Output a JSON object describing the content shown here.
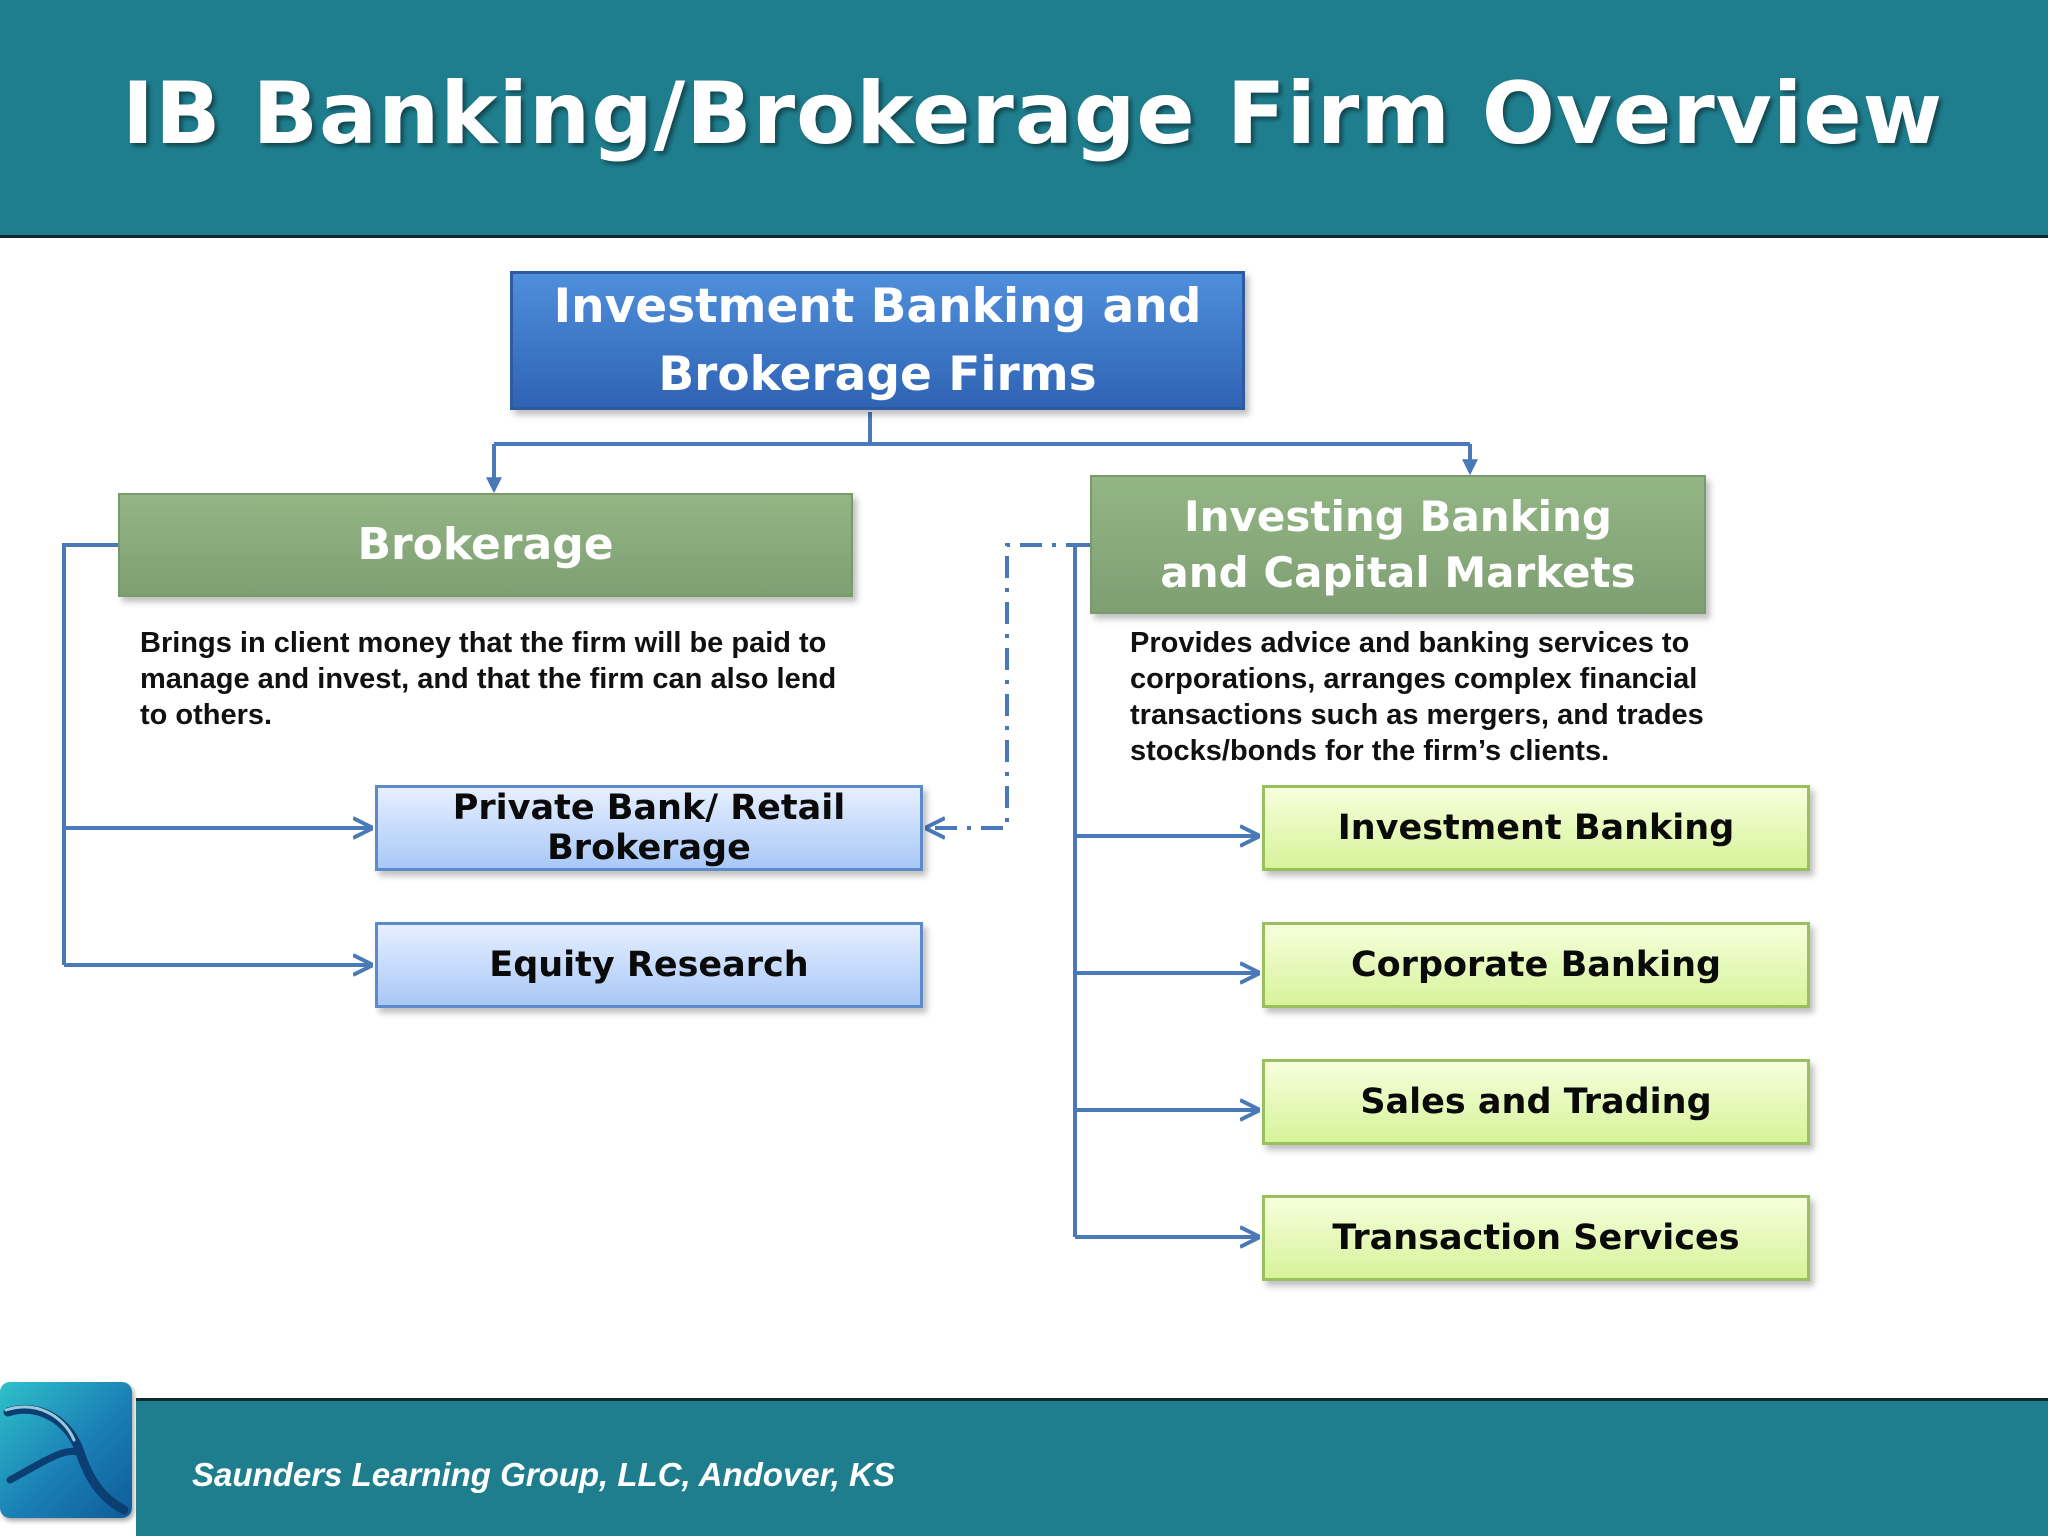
{
  "slide": {
    "title": "IB Banking/Brokerage Firm Overview"
  },
  "diagram": {
    "root": {
      "line1": "Investment Banking and",
      "line2": "Brokerage Firms"
    },
    "brokerage": {
      "label": "Brokerage",
      "description": "Brings in client money that the firm will be paid to manage and invest, and that the firm can also lend to others.",
      "children": [
        "Private Bank/ Retail Brokerage",
        "Equity Research"
      ]
    },
    "ibcm": {
      "line1": "Investing Banking",
      "line2": "and Capital Markets",
      "description": "Provides advice and banking services to corporations, arranges complex financial transactions such as mergers, and trades stocks/bonds for the firm’s clients.",
      "children": [
        "Investment Banking",
        "Corporate Banking",
        "Sales and Trading",
        "Transaction Services"
      ]
    }
  },
  "footer": {
    "text": "Saunders Learning Group, LLC, Andover, KS"
  },
  "colors": {
    "header_band": "#1f7e8e",
    "connector": "#4a79b8",
    "root_box": "#3a72c6",
    "section_box": "#8aad7c",
    "brokerage_child": "#b8d2fa",
    "ibcm_child": "#e3f7b4"
  },
  "icons": {
    "logo": "swoosh-logo-icon"
  }
}
